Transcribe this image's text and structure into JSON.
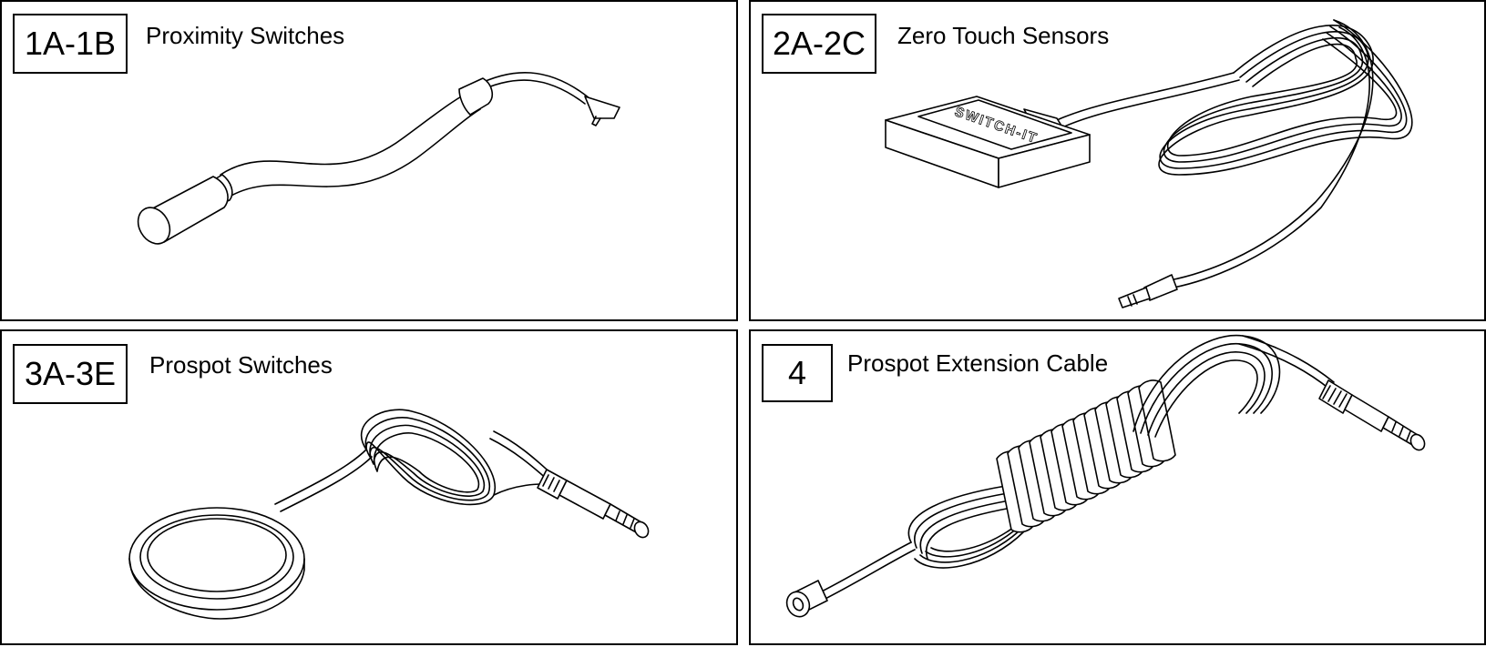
{
  "panels": [
    {
      "code": "1A-1B",
      "title": "Proximity Switches",
      "icon": "proximity-switch-icon"
    },
    {
      "code": "2A-2C",
      "title": "Zero Touch Sensors",
      "icon": "zero-touch-sensor-icon",
      "device_label": "SWITCH-IT"
    },
    {
      "code": "3A-3E",
      "title": "Prospot Switches",
      "icon": "prospot-switch-icon"
    },
    {
      "code": "4",
      "title": "Prospot Extension Cable",
      "icon": "extension-cable-icon"
    }
  ]
}
